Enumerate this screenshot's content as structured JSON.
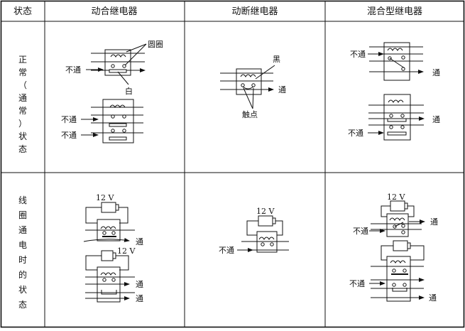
{
  "table": {
    "headers": {
      "state": "状态",
      "make": "动合继电器",
      "break": "动断继电器",
      "mixed": "混合型继电器"
    },
    "rows": {
      "normal": "正常（通常）状态",
      "energized": "线圈通电时的状态"
    }
  },
  "labels": {
    "no_pass": "不通",
    "pass": "通",
    "ring": "圆圈",
    "white": "白",
    "black": "黑",
    "contact": "触点",
    "voltage": "12 V"
  },
  "colors": {
    "line": "#111111",
    "background": "#ffffff"
  }
}
